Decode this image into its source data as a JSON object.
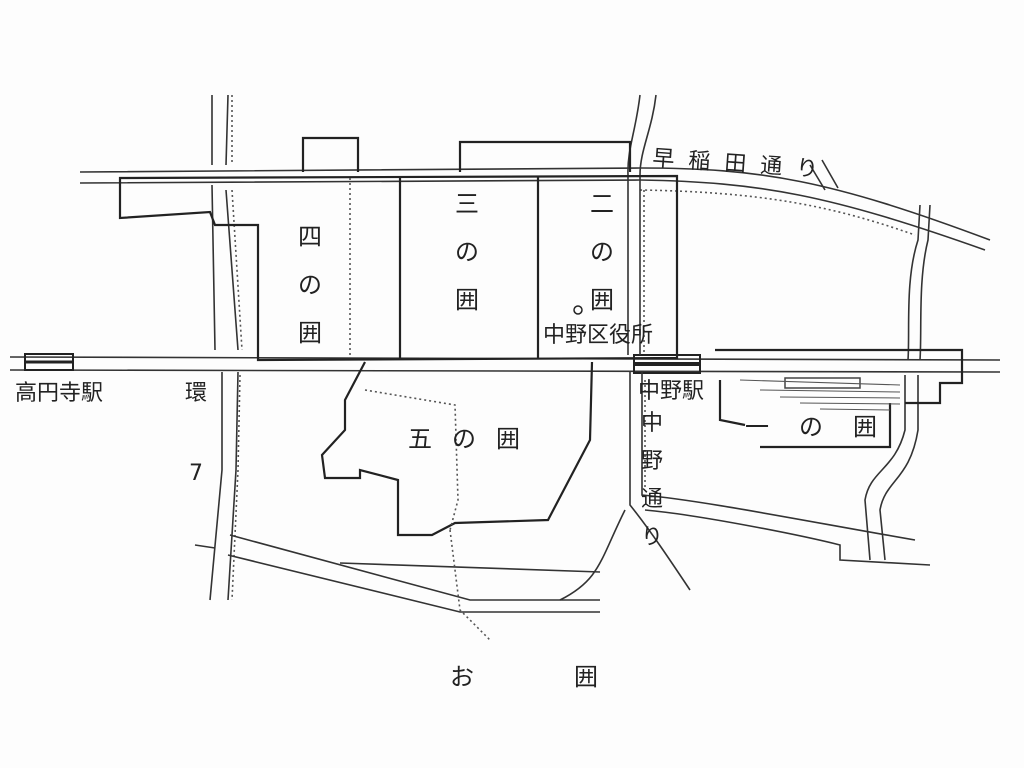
{
  "labels": {
    "waseda_dori": "早稲田通り",
    "enclosure_4": "四の囲",
    "enclosure_3": "三の囲",
    "enclosure_2": "二の囲",
    "enclosure_1": "一の囲",
    "enclosure_5": "五の囲",
    "enclosure_o": "お囲",
    "nakano_ward_office": "中野区役所",
    "nakano_station": "中野駅",
    "koenji_station": "高円寺駅",
    "kan7": "環7",
    "nakano_dori": "中野通り"
  },
  "colors": {
    "ink": "#222222",
    "paper": "#fdfdfd"
  }
}
